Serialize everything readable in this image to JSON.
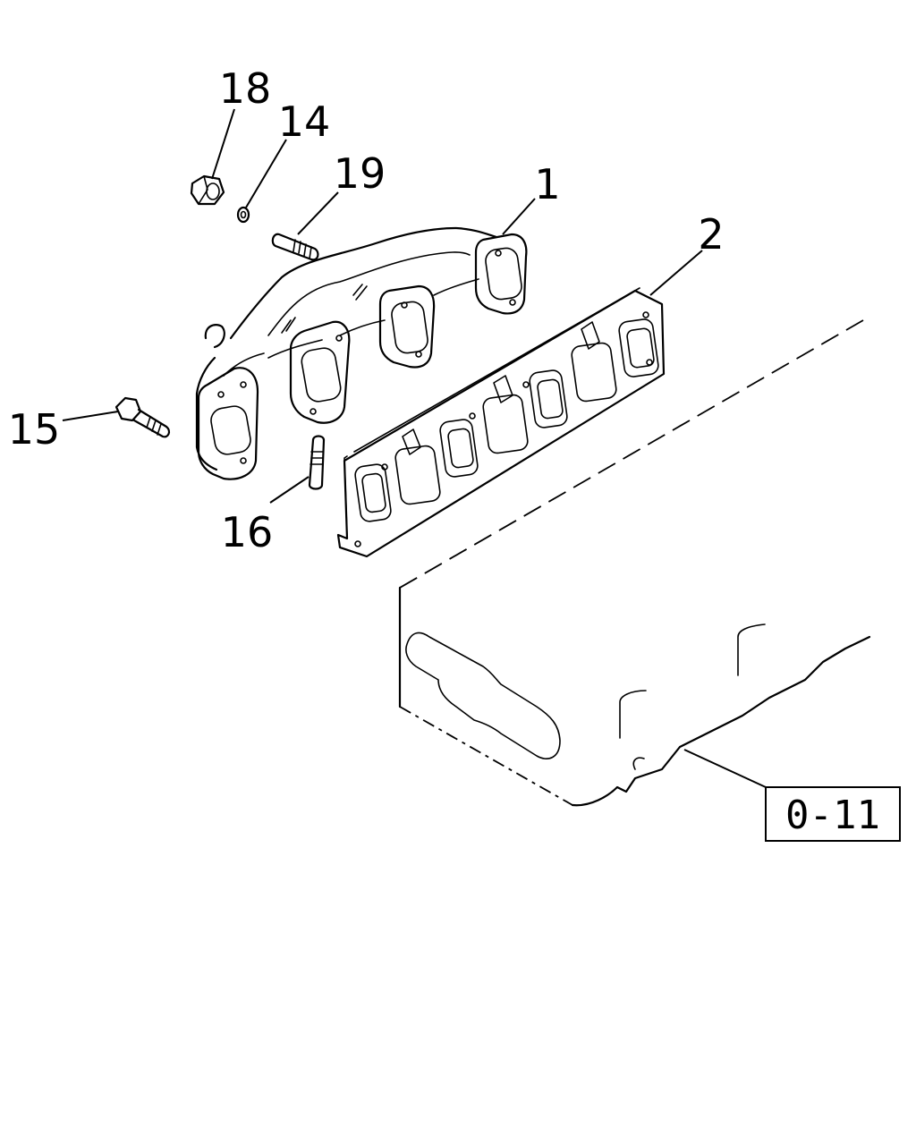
{
  "callouts": [
    {
      "id": "18",
      "label": "18",
      "part": "nut"
    },
    {
      "id": "14",
      "label": "14",
      "part": "washer"
    },
    {
      "id": "19",
      "label": "19",
      "part": "stud"
    },
    {
      "id": "1",
      "label": "1",
      "part": "exhaust-manifold"
    },
    {
      "id": "2",
      "label": "2",
      "part": "manifold-gasket"
    },
    {
      "id": "15",
      "label": "15",
      "part": "bolt"
    },
    {
      "id": "16",
      "label": "16",
      "part": "stud"
    }
  ],
  "reference": {
    "label": "0-11"
  }
}
